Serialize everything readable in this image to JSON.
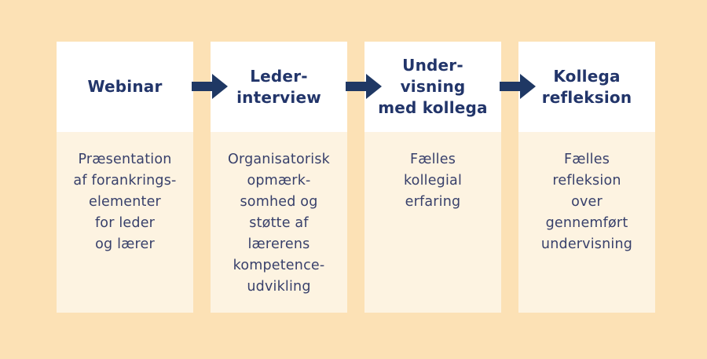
{
  "diagram": {
    "steps": [
      {
        "title": "Webinar",
        "description": "Præsentation\naf forankrings-\nelementer\nfor leder\nog lærer"
      },
      {
        "title": "Leder-\ninterview",
        "description": "Organisatorisk\nopmærk-\nsomhed og\nstøtte af\nlærerens\nkompetence-\nudvikling"
      },
      {
        "title": "Under-\nvisning\nmed kollega",
        "description": "Fælles\nkollegial\nerfaring"
      },
      {
        "title": "Kollega\nrefleksion",
        "description": "Fælles\nrefleksion\nover\ngennemført\nundervisning"
      }
    ],
    "colors": {
      "background": "#FCE1B5",
      "header_box": "#FFFFFF",
      "body_box": "#FDF3E1",
      "title_text": "#22356A",
      "body_text": "#38406B",
      "arrow": "#1F3864"
    }
  }
}
